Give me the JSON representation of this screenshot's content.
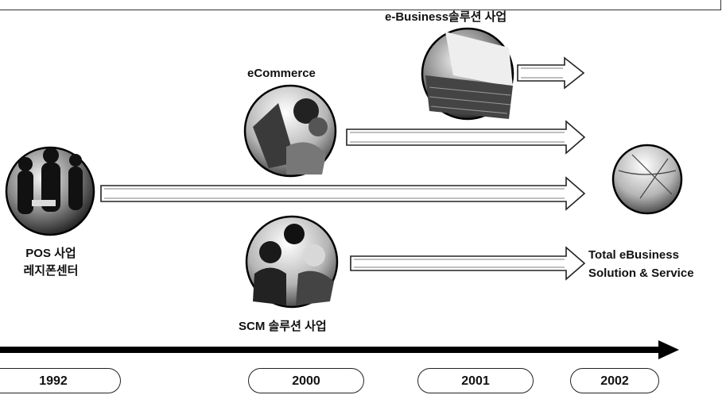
{
  "nodes": {
    "pos": {
      "line1": "POS 사업",
      "line2": "레지폰센터"
    },
    "ecommerce": {
      "label": "eCommerce"
    },
    "ebusiness": {
      "label": "e-Business솔루션 사업"
    },
    "scm": {
      "label": "SCM 솔루션 사업"
    },
    "total": {
      "line1": "Total eBusiness",
      "line2": "Solution & Service"
    }
  },
  "timeline": {
    "years": [
      "1992",
      "2000",
      "2001",
      "2002"
    ]
  }
}
